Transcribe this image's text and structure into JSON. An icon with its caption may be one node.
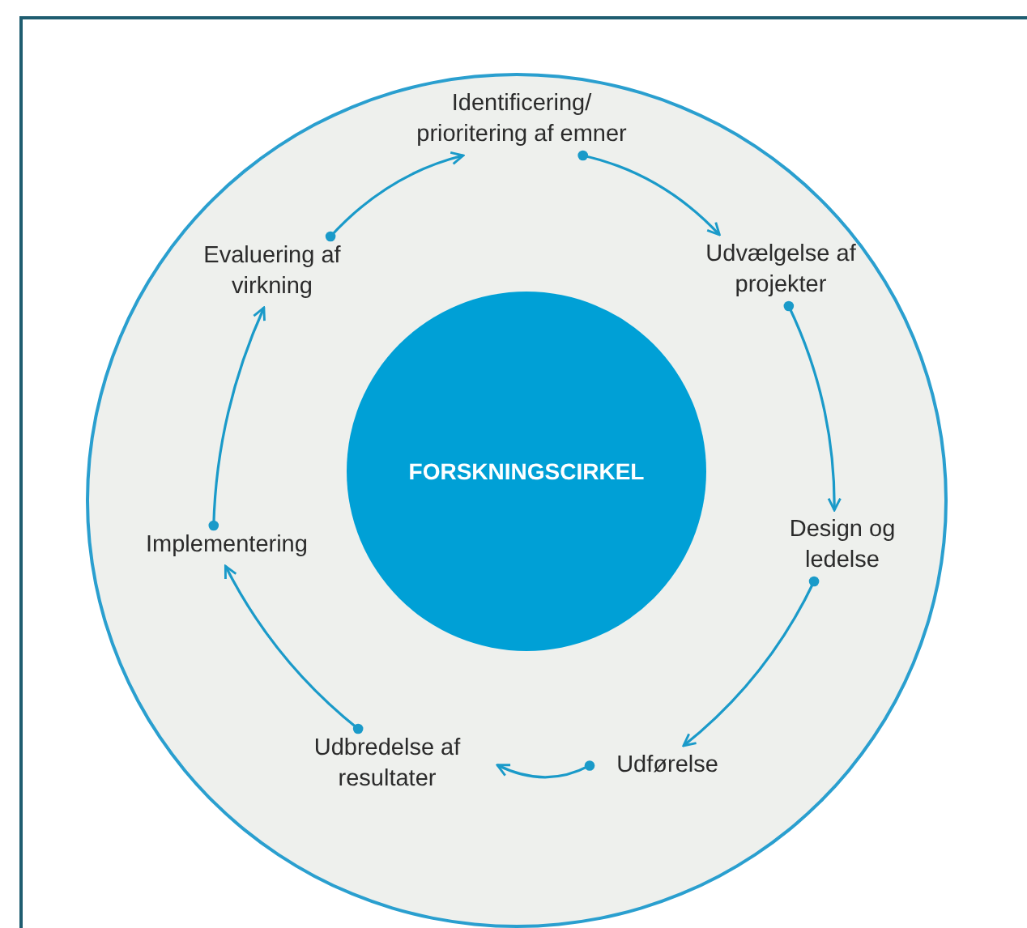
{
  "diagram": {
    "nodes": [
      {
        "text": [],
        "shape": "circle"
      },
      {
        "text": [
          "Identificering/ prioritering af emner"
        ],
        "in": 0
      },
      {
        "text": [
          "Udvælgelse af projekter"
        ],
        "in": 0
      },
      {
        "text": [
          "Design og ledelse"
        ],
        "in": 0
      },
      {
        "text": [
          "Udførelse"
        ],
        "in": 0
      },
      {
        "text": [
          "Udbredelse af resultater"
        ],
        "in": 0
      },
      {
        "text": [
          "Implementering"
        ],
        "in": 0
      },
      {
        "text": [
          "Evaluering af virkning"
        ],
        "in": 0
      },
      {
        "text": [
          "FORSKNINGSCIRKEL"
        ],
        "in": 0
      }
    ],
    "edges": [
      {
        "from": 1,
        "to": 2,
        "arrow": "to"
      },
      {
        "from": 2,
        "to": 3,
        "arrow": "to"
      },
      {
        "from": 3,
        "to": 4,
        "arrow": "to"
      },
      {
        "from": 4,
        "to": 5,
        "arrow": "to"
      },
      {
        "from": 5,
        "to": 6,
        "arrow": "to"
      },
      {
        "from": 6,
        "to": 7,
        "arrow": "to"
      },
      {
        "from": 7,
        "to": 1,
        "arrow": "to"
      }
    ]
  }
}
